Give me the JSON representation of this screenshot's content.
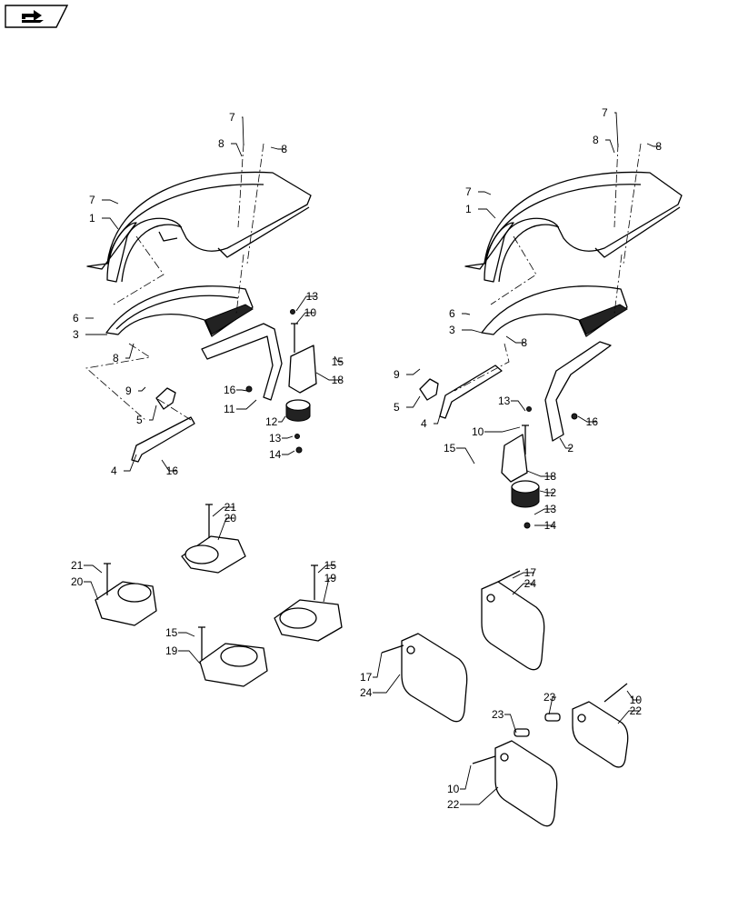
{
  "toolbar": {
    "icon": "diagram-navigation-icon"
  },
  "callouts": [
    {
      "label": "7"
    },
    {
      "label": "8"
    },
    {
      "label": "8"
    },
    {
      "label": "7"
    },
    {
      "label": "1"
    },
    {
      "label": "13"
    },
    {
      "label": "10"
    },
    {
      "label": "6"
    },
    {
      "label": "3"
    },
    {
      "label": "8"
    },
    {
      "label": "15"
    },
    {
      "label": "18"
    },
    {
      "label": "9"
    },
    {
      "label": "16"
    },
    {
      "label": "5"
    },
    {
      "label": "11"
    },
    {
      "label": "12"
    },
    {
      "label": "13"
    },
    {
      "label": "14"
    },
    {
      "label": "4"
    },
    {
      "label": "16"
    },
    {
      "label": "7"
    },
    {
      "label": "8"
    },
    {
      "label": "8"
    },
    {
      "label": "7"
    },
    {
      "label": "1"
    },
    {
      "label": "6"
    },
    {
      "label": "3"
    },
    {
      "label": "8"
    },
    {
      "label": "9"
    },
    {
      "label": "5"
    },
    {
      "label": "4"
    },
    {
      "label": "13"
    },
    {
      "label": "16"
    },
    {
      "label": "10"
    },
    {
      "label": "2"
    },
    {
      "label": "15"
    },
    {
      "label": "18"
    },
    {
      "label": "12"
    },
    {
      "label": "13"
    },
    {
      "label": "14"
    },
    {
      "label": "21"
    },
    {
      "label": "20"
    },
    {
      "label": "21"
    },
    {
      "label": "20"
    },
    {
      "label": "15"
    },
    {
      "label": "19"
    },
    {
      "label": "15"
    },
    {
      "label": "19"
    },
    {
      "label": "17"
    },
    {
      "label": "24"
    },
    {
      "label": "17"
    },
    {
      "label": "24"
    },
    {
      "label": "23"
    },
    {
      "label": "10"
    },
    {
      "label": "22"
    },
    {
      "label": "23"
    },
    {
      "label": "10"
    },
    {
      "label": "22"
    }
  ]
}
